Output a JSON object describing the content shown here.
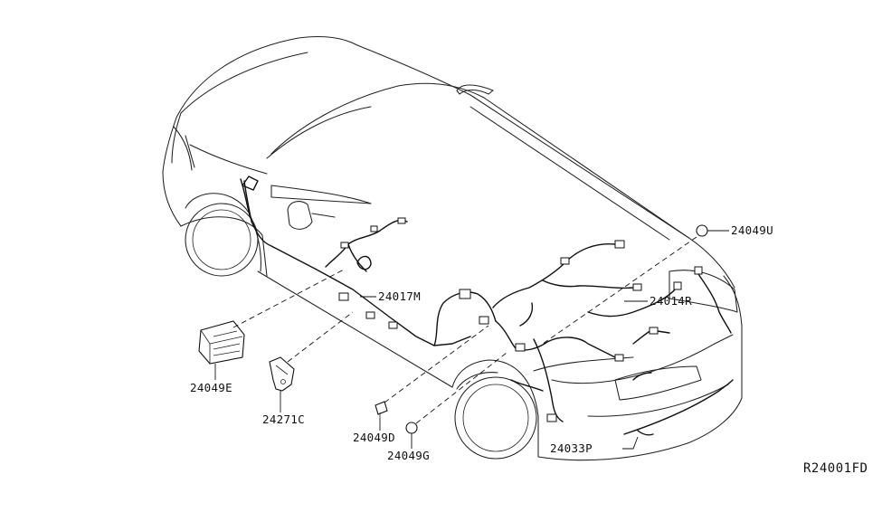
{
  "diagram": {
    "parts": [
      {
        "id": "24049U",
        "label": "24049U"
      },
      {
        "id": "24014R",
        "label": "24014R"
      },
      {
        "id": "24017M",
        "label": "24017M"
      },
      {
        "id": "24049E",
        "label": "24049E"
      },
      {
        "id": "24271C",
        "label": "24271C"
      },
      {
        "id": "24049D",
        "label": "24049D"
      },
      {
        "id": "24049G",
        "label": "24049G"
      },
      {
        "id": "24033P",
        "label": "24033P"
      }
    ],
    "reference_code": "R24001FD"
  }
}
